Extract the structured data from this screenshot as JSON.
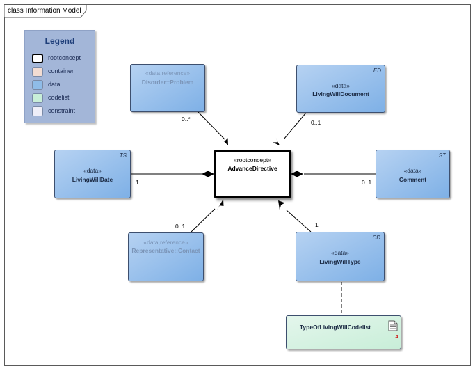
{
  "frame": {
    "label": "class Information Model"
  },
  "legend": {
    "title": "Legend",
    "items": [
      {
        "label": "rootconcept",
        "color": "#ffffff",
        "border": "#000000"
      },
      {
        "label": "container",
        "color": "#f2dcd2",
        "border": "#7a8aa6"
      },
      {
        "label": "data",
        "color": "#8fbce8",
        "border": "#7a8aa6"
      },
      {
        "label": "codelist",
        "color": "#c8eed8",
        "border": "#7a8aa6"
      },
      {
        "label": "constraint",
        "color": "#eeeef8",
        "border": "#7a8aa6"
      }
    ]
  },
  "classes": {
    "advance_directive": {
      "stereotype": "«rootconcept»",
      "name": "AdvanceDirective"
    },
    "disorder_problem": {
      "stereotype": "«data,reference»",
      "name": "Disorder::Problem"
    },
    "living_will_document": {
      "stereotype": "«data»",
      "name": "LivingWillDocument",
      "type": "ED"
    },
    "living_will_date": {
      "stereotype": "«data»",
      "name": "LivingWillDate",
      "type": "TS"
    },
    "comment": {
      "stereotype": "«data»",
      "name": "Comment",
      "type": "ST"
    },
    "representative_contact": {
      "stereotype": "«data,reference»",
      "name": "Representative::Contact"
    },
    "living_will_type": {
      "stereotype": "«data»",
      "name": "LivingWillType",
      "type": "CD"
    },
    "type_of_living_will_codelist": {
      "name": "TypeOfLivingWillCodelist",
      "icon": "document-icon",
      "icon_mark": "A"
    }
  },
  "multiplicities": {
    "problem": "0..*",
    "document": "0..1",
    "date": "1",
    "comment": "0..1",
    "contact": "0..1",
    "type": "1"
  }
}
